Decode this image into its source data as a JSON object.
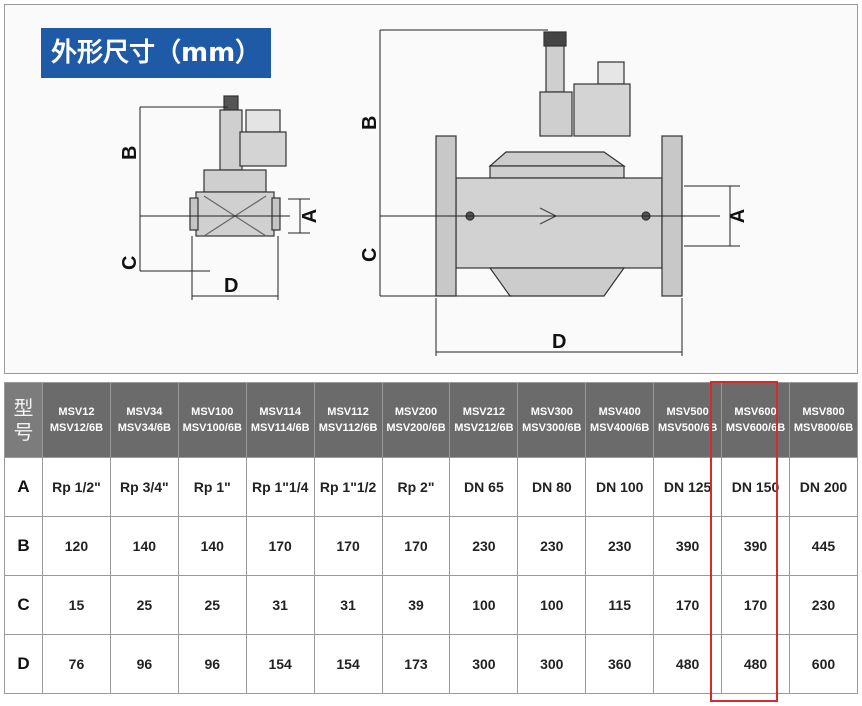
{
  "title": "外形尺寸（mm）",
  "drawing": {
    "small_valve": {
      "labels": [
        "B",
        "C",
        "A",
        "D"
      ]
    },
    "large_valve": {
      "labels": [
        "B",
        "C",
        "A",
        "D"
      ]
    }
  },
  "table": {
    "corner_label": [
      "型",
      "号"
    ],
    "columns": [
      [
        "MSV12",
        "MSV12/6B"
      ],
      [
        "MSV34",
        "MSV34/6B"
      ],
      [
        "MSV100",
        "MSV100/6B"
      ],
      [
        "MSV114",
        "MSV114/6B"
      ],
      [
        "MSV112",
        "MSV112/6B"
      ],
      [
        "MSV200",
        "MSV200/6B"
      ],
      [
        "MSV212",
        "MSV212/6B"
      ],
      [
        "MSV300",
        "MSV300/6B"
      ],
      [
        "MSV400",
        "MSV400/6B"
      ],
      [
        "MSV500",
        "MSV500/6B"
      ],
      [
        "MSV600",
        "MSV600/6B"
      ],
      [
        "MSV800",
        "MSV800/6B"
      ]
    ],
    "rows": [
      {
        "key": "A",
        "values": [
          "Rp 1/2\"",
          "Rp 3/4\"",
          "Rp 1\"",
          "Rp 1\"1/4",
          "Rp 1\"1/2",
          "Rp 2\"",
          "DN 65",
          "DN 80",
          "DN 100",
          "DN 125",
          "DN 150",
          "DN 200"
        ]
      },
      {
        "key": "B",
        "values": [
          "120",
          "140",
          "140",
          "170",
          "170",
          "170",
          "230",
          "230",
          "230",
          "390",
          "390",
          "445"
        ]
      },
      {
        "key": "C",
        "values": [
          "15",
          "25",
          "25",
          "31",
          "31",
          "39",
          "100",
          "100",
          "115",
          "170",
          "170",
          "230"
        ]
      },
      {
        "key": "D",
        "values": [
          "76",
          "96",
          "96",
          "154",
          "154",
          "173",
          "300",
          "300",
          "360",
          "480",
          "480",
          "600"
        ]
      }
    ],
    "highlight_color": "#d52b2b"
  }
}
